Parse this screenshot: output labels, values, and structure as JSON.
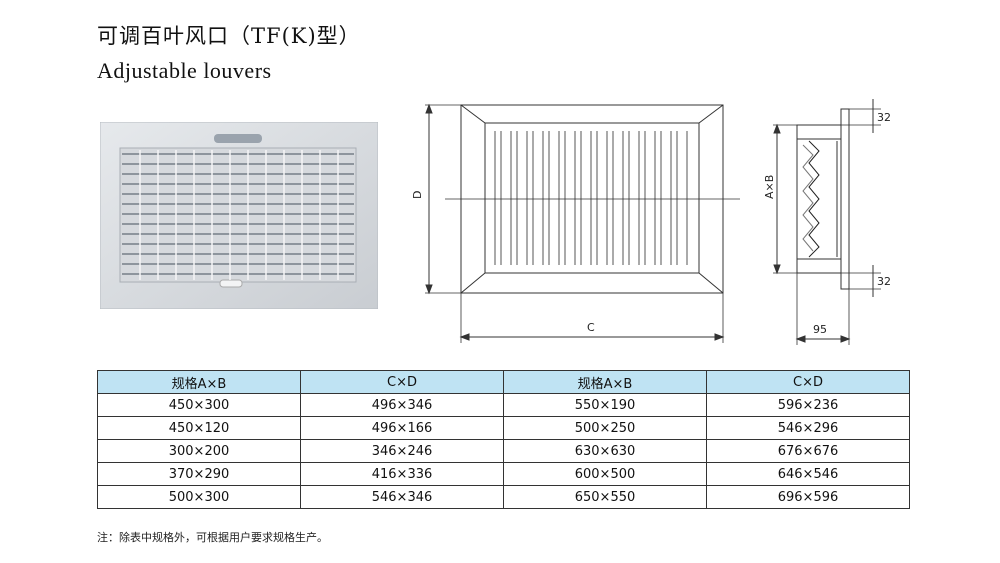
{
  "header": {
    "title_cn": "可调百叶风口（TF(K)型）",
    "title_en": "Adjustable louvers"
  },
  "drawing": {
    "label_d": "D",
    "label_c": "C",
    "label_axb": "A×B",
    "dim_top": "32",
    "dim_bottom": "32",
    "dim_depth": "95"
  },
  "table": {
    "headers": [
      "规格A×B",
      "C×D",
      "规格A×B",
      "C×D"
    ],
    "rows": [
      [
        "450×300",
        "496×346",
        "550×190",
        "596×236"
      ],
      [
        "450×120",
        "496×166",
        "500×250",
        "546×296"
      ],
      [
        "300×200",
        "346×246",
        "630×630",
        "676×676"
      ],
      [
        "370×290",
        "416×336",
        "600×500",
        "646×546"
      ],
      [
        "500×300",
        "546×346",
        "650×550",
        "696×596"
      ]
    ]
  },
  "note": "注：除表中规格外，可根据用户要求规格生产。",
  "colors": {
    "header_bg": "#bfe3f3"
  }
}
